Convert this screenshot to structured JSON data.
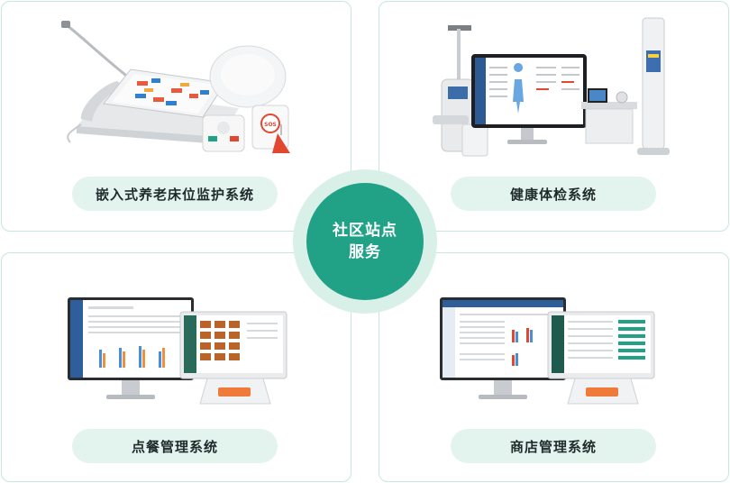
{
  "center": {
    "line1": "社区站点",
    "line2": "服务"
  },
  "cards": {
    "bed_monitor": {
      "label": "嵌入式养老床位监护系统",
      "sos_text": "SOS"
    },
    "health_check": {
      "label": "健康体检系统"
    },
    "ordering": {
      "label": "点餐管理系统"
    },
    "store": {
      "label": "商店管理系统"
    }
  },
  "colors": {
    "accent": "#21a287",
    "pill_bg": "#e3f4ef",
    "card_border": "#c9e6dc",
    "red": "#e2472f",
    "orange": "#f07a3a"
  }
}
